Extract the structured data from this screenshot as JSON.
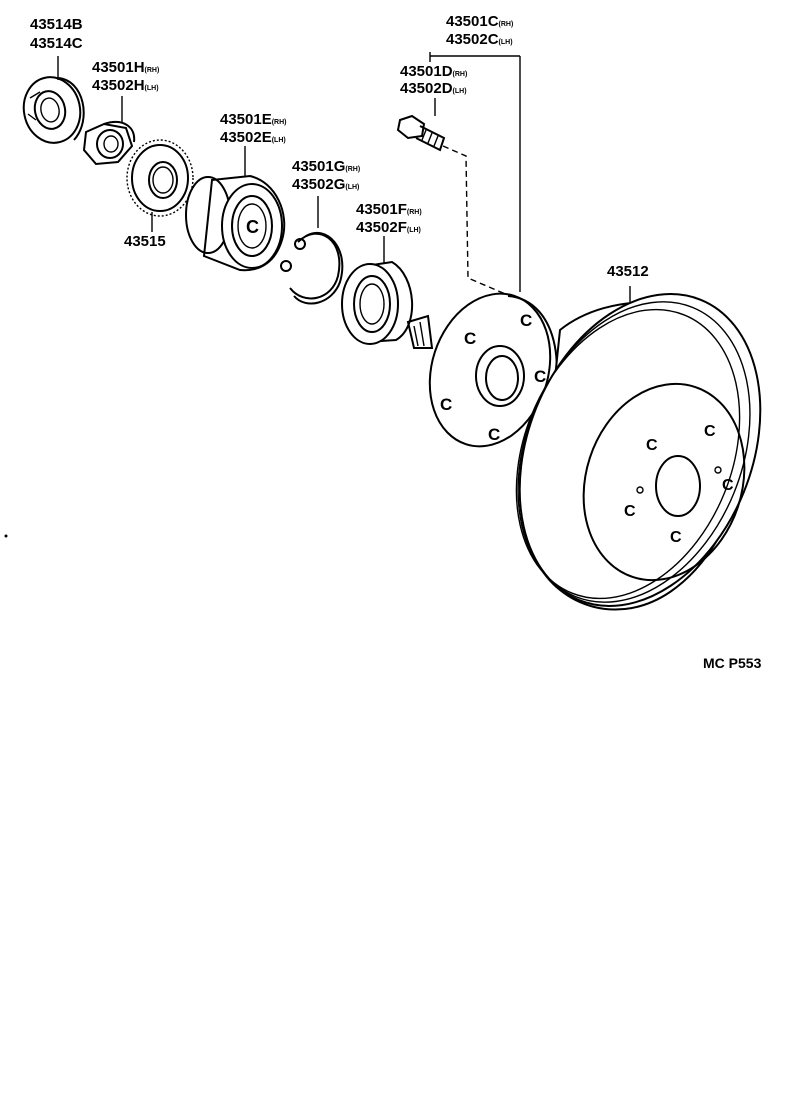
{
  "drawing": {
    "code": "MC P553",
    "callouts": [
      {
        "id": "43514b",
        "part": "43514B",
        "suffix": ""
      },
      {
        "id": "43514c",
        "part": "43514C",
        "suffix": ""
      },
      {
        "id": "43501h",
        "part": "43501H",
        "suffix": "(RH)"
      },
      {
        "id": "43502h",
        "part": "43502H",
        "suffix": "(LH)"
      },
      {
        "id": "43515",
        "part": "43515",
        "suffix": ""
      },
      {
        "id": "43501e",
        "part": "43501E",
        "suffix": "(RH)"
      },
      {
        "id": "43502e",
        "part": "43502E",
        "suffix": "(LH)"
      },
      {
        "id": "43501g",
        "part": "43501G",
        "suffix": "(RH)"
      },
      {
        "id": "43502g",
        "part": "43502G",
        "suffix": "(LH)"
      },
      {
        "id": "43501f",
        "part": "43501F",
        "suffix": "(RH)"
      },
      {
        "id": "43502f",
        "part": "43502F",
        "suffix": "(LH)"
      },
      {
        "id": "43501d",
        "part": "43501D",
        "suffix": "(RH)"
      },
      {
        "id": "43502d",
        "part": "43502D",
        "suffix": "(LH)"
      },
      {
        "id": "43501c",
        "part": "43501C",
        "suffix": "(RH)"
      },
      {
        "id": "43502c",
        "part": "43502C",
        "suffix": "(LH)"
      },
      {
        "id": "43512",
        "part": "43512",
        "suffix": ""
      }
    ]
  }
}
